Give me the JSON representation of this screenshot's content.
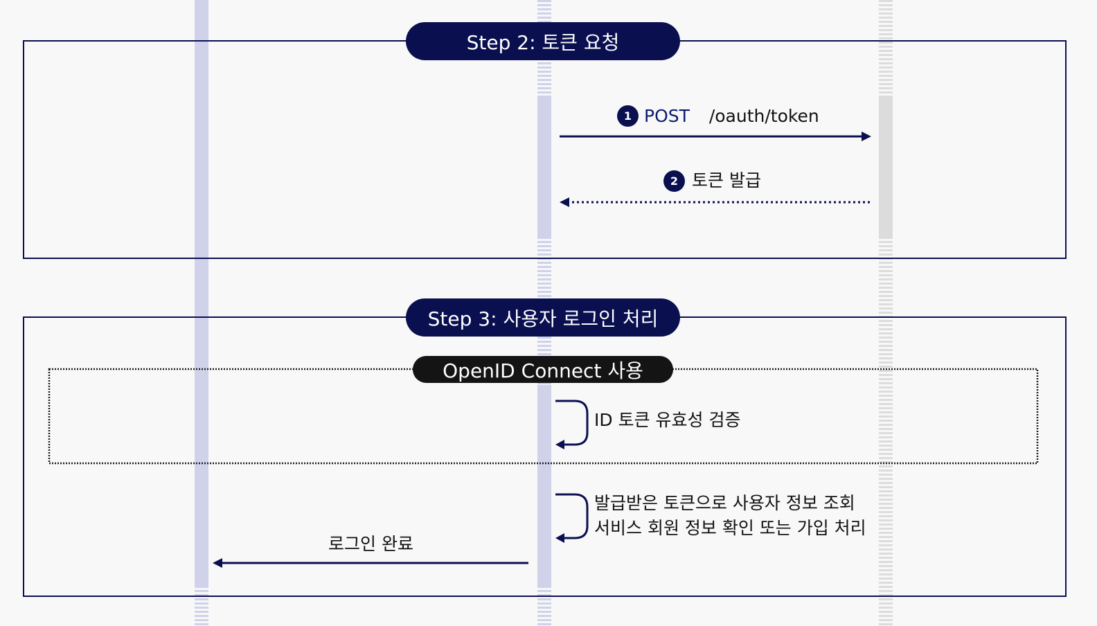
{
  "colors": {
    "navy": "#0a0f4f",
    "lifeline_left": "#cfd2e8",
    "lifeline_mid": "#cfd2e8",
    "lifeline_right": "#dedede",
    "option_pill": "#141414",
    "frame_border": "#0a0f4f",
    "background": "#f8f8f9"
  },
  "step2": {
    "title": "Step 2: 토큰 요청",
    "message1": {
      "number": "1",
      "method": "POST",
      "path": "/oauth/token"
    },
    "message2": {
      "number": "2",
      "label": "토큰 발급"
    }
  },
  "step3": {
    "title": "Step 3: 사용자 로그인 처리",
    "option_title": "OpenID Connect 사용",
    "self_call1": "ID 토큰 유효성 검증",
    "self_call2_line1": "발급받은 토큰으로 사용자 정보 조회",
    "self_call2_line2": "서비스 회원 정보 확인 또는 가입 처리",
    "return_label": "로그인 완료"
  }
}
